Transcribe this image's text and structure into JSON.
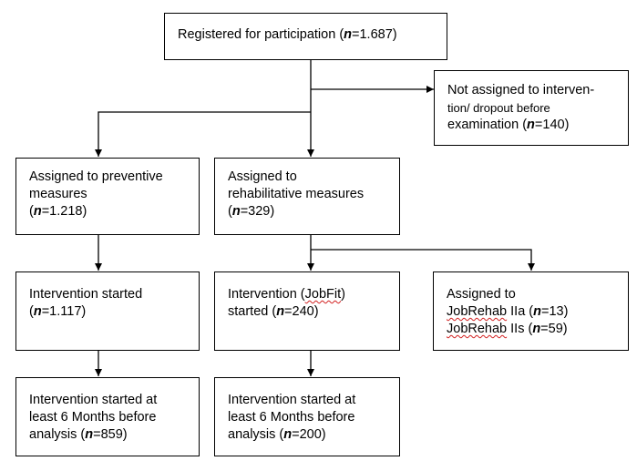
{
  "registered": {
    "text": "Registered for participation (",
    "n_label": "n",
    "n_value": "=1.687)"
  },
  "not_assigned": {
    "line1": "Not assigned to interven-",
    "line2": "tion/ dropout before",
    "line3_text": "examination (",
    "n_label": "n",
    "n_value": "=140)"
  },
  "preventive": {
    "assigned": {
      "line1": "Assigned to preventive",
      "line2": "measures",
      "open": "(",
      "n_label": "n",
      "n_value": "=1.218)"
    },
    "started": {
      "line1": "Intervention started",
      "open": "(",
      "n_label": "n",
      "n_value": "=1.117)"
    },
    "analysis": {
      "line1": "Intervention started at",
      "line2": "least 6 Months before",
      "line3_text": "analysis (",
      "n_label": "n",
      "n_value": "=859)"
    }
  },
  "rehabilitative": {
    "assigned": {
      "line1": "Assigned to",
      "line2": "rehabilitative measures",
      "open": "(",
      "n_label": "n",
      "n_value": "=329)"
    },
    "started": {
      "line1_pre": "Intervention (",
      "line1_word": "JobFit",
      "line1_post": ")",
      "line2_text": "started (",
      "n_label": "n",
      "n_value": "=240)"
    },
    "analysis": {
      "line1": "Intervention started at",
      "line2": "least 6 Months before",
      "line3_text": "analysis (",
      "n_label": "n",
      "n_value": "=200)"
    }
  },
  "jobrehab": {
    "line1": "Assigned to",
    "iia_word": "JobRehab",
    "iia_text": " IIa (",
    "iia_n_label": "n",
    "iia_n_value": "=13)",
    "iis_word": "JobRehab",
    "iis_text": " IIs (",
    "iis_n_label": "n",
    "iis_n_value": "=59)"
  }
}
